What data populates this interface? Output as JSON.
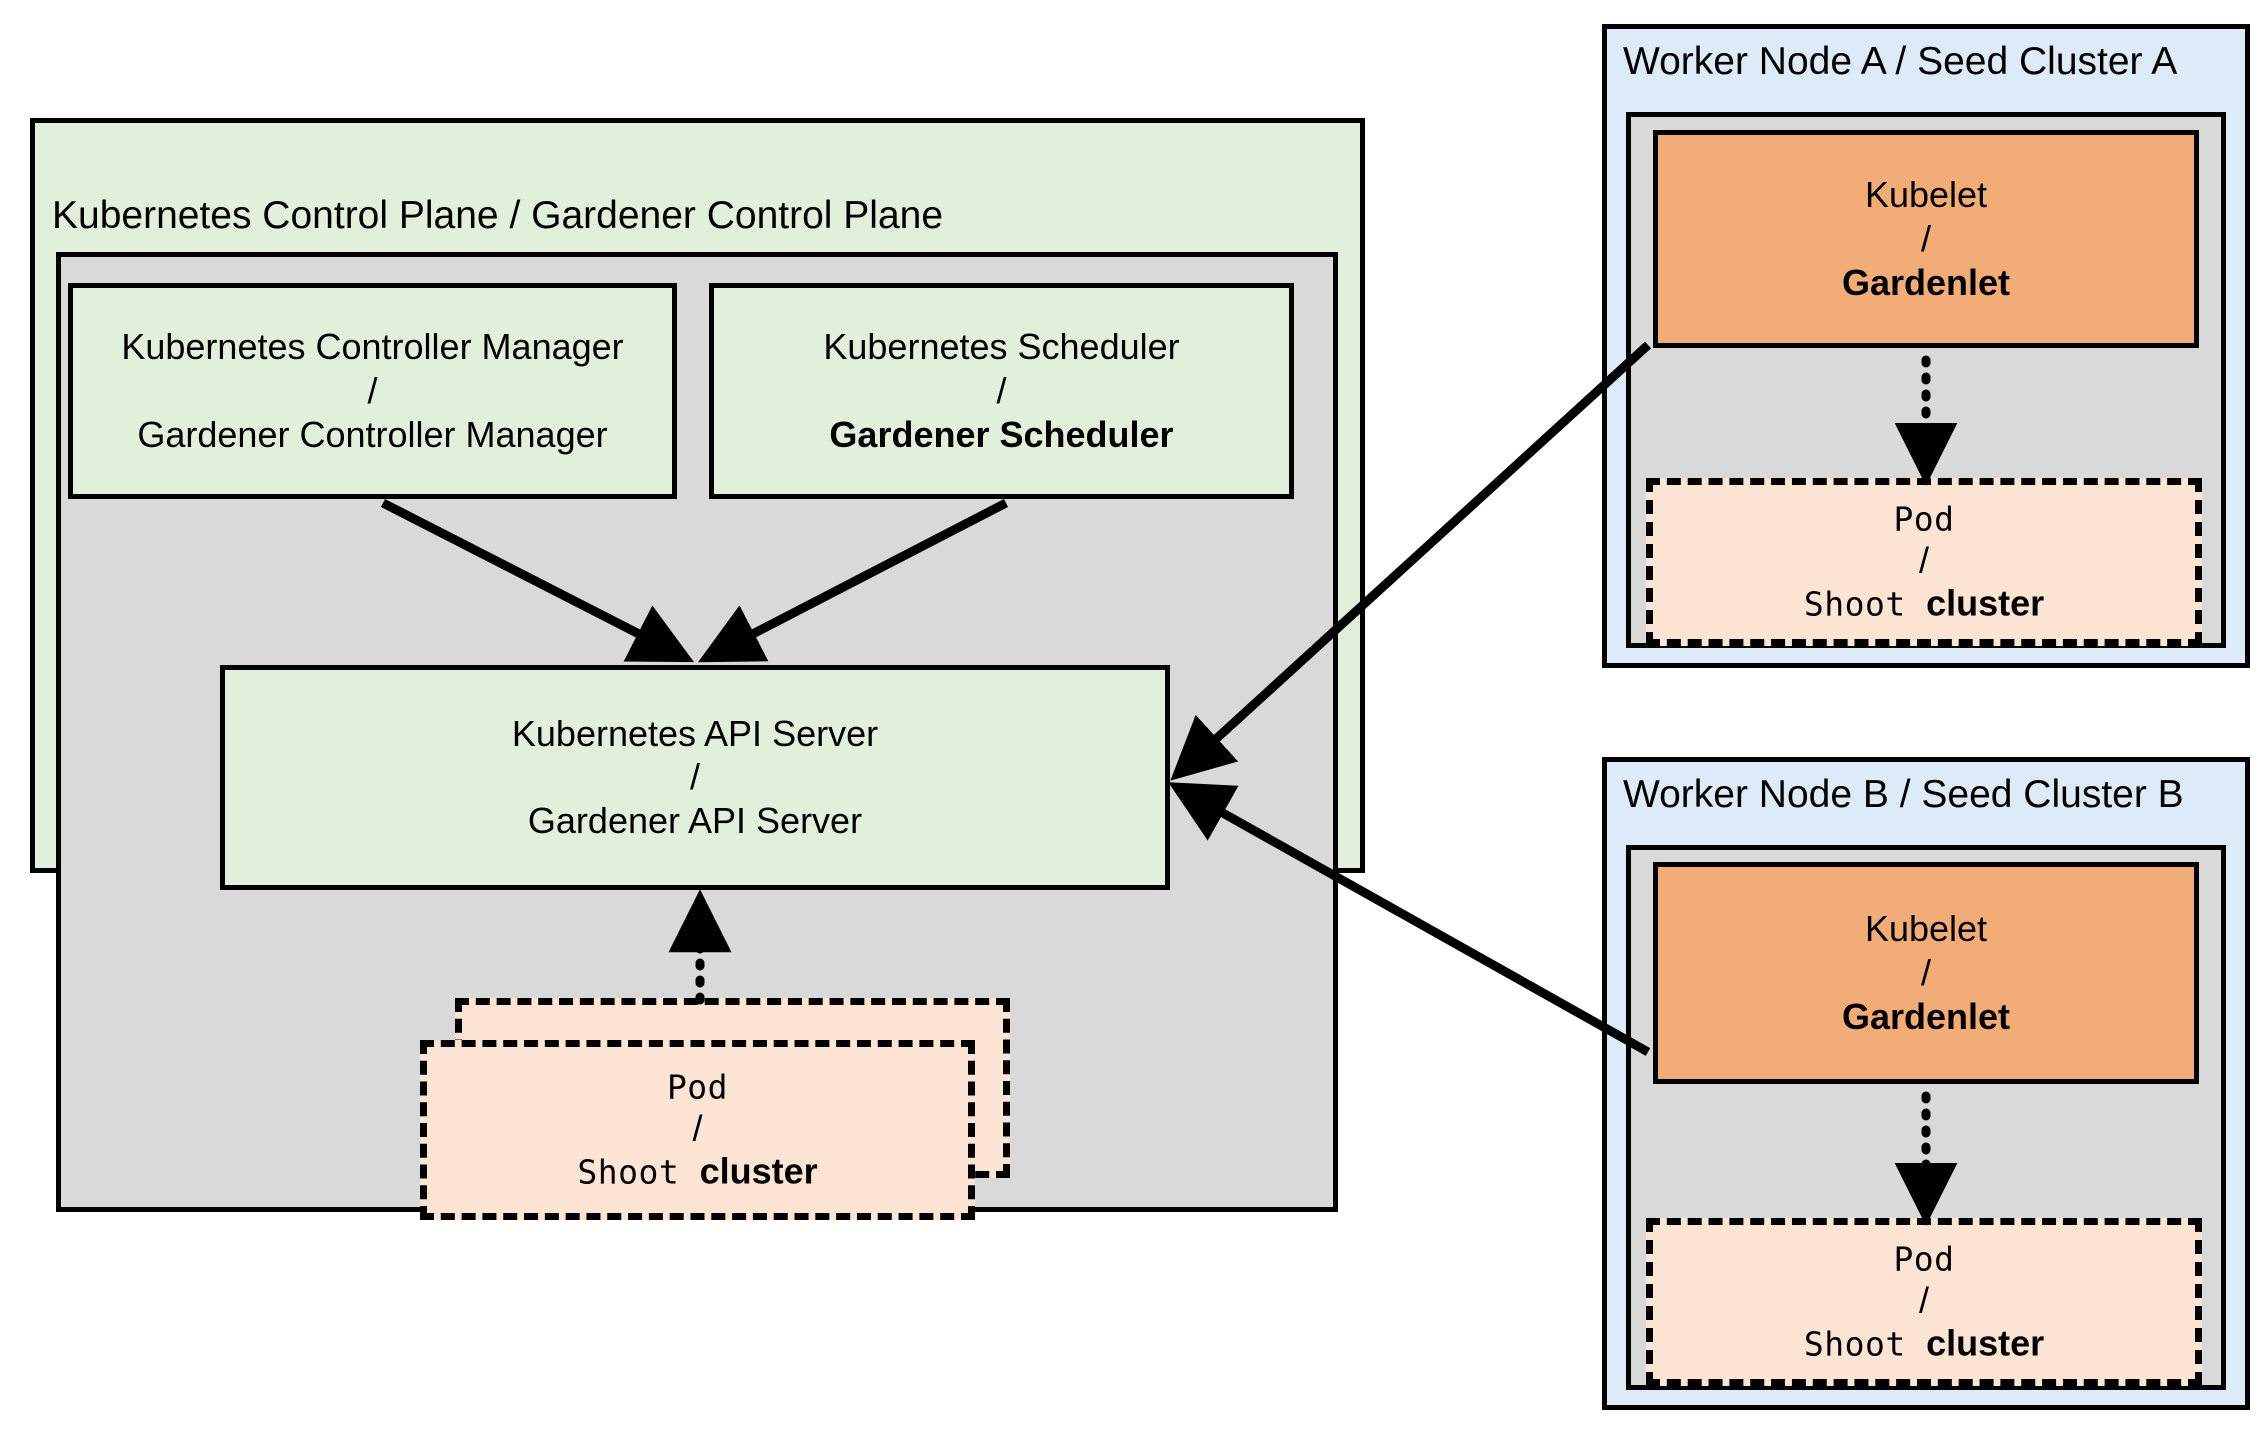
{
  "diagram": {
    "control_plane": {
      "title": "Kubernetes Control Plane / Gardener Control Plane",
      "controller_manager": {
        "line1": "Kubernetes Controller Manager",
        "separator": "/",
        "line2": "Gardener Controller Manager"
      },
      "scheduler": {
        "line1": "Kubernetes Scheduler",
        "separator": "/",
        "line2": "Gardener Scheduler"
      },
      "api_server": {
        "line1": "Kubernetes API Server",
        "separator": "/",
        "line2": "Gardener API Server"
      },
      "pod": {
        "line1": "Pod",
        "separator": "/",
        "line2_mono": "Shoot",
        "line2_bold": "cluster"
      }
    },
    "worker_node_a": {
      "title": "Worker Node A / Seed Cluster A",
      "kubelet": {
        "line1": "Kubelet",
        "separator": "/",
        "line2": "Gardenlet"
      },
      "pod": {
        "line1": "Pod",
        "separator": "/",
        "line2_mono": "Shoot",
        "line2_bold": "cluster"
      }
    },
    "worker_node_b": {
      "title": "Worker Node B / Seed Cluster B",
      "kubelet": {
        "line1": "Kubelet",
        "separator": "/",
        "line2": "Gardenlet"
      },
      "pod": {
        "line1": "Pod",
        "separator": "/",
        "line2_mono": "Shoot",
        "line2_bold": "cluster"
      }
    },
    "colors": {
      "green_fill": "#e2efda",
      "gray_fill": "#d9d9d9",
      "blue_fill": "#ddeaf7",
      "orange_fill": "#f2ac78",
      "peach_fill": "#fce4d4",
      "stroke": "#000000"
    }
  }
}
